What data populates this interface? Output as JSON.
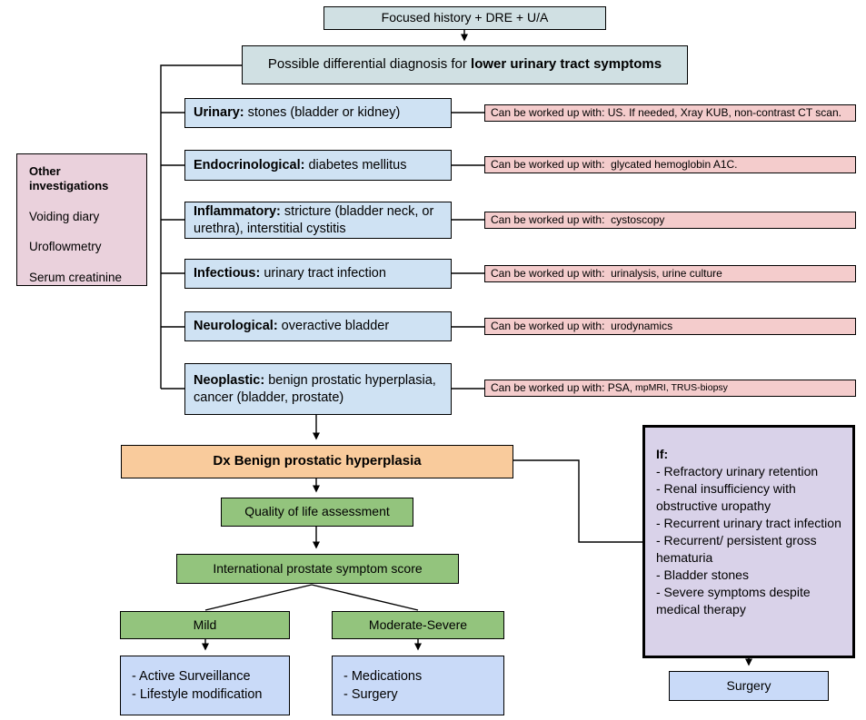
{
  "colors": {
    "teal_box": "#d0e0e3",
    "category_box": "#cfe2f3",
    "workup_box": "#f4cccc",
    "other_investigations_box": "#ead1dc",
    "dx_box": "#f9cb9c",
    "assessment_box": "#93c47d",
    "criteria_box": "#d9d2e9",
    "plan_box": "#c9daf8",
    "connector": "#000000"
  },
  "flow": {
    "focused_history": "Focused history + DRE + U/A",
    "differential": {
      "normal": "Possible differential diagnosis for ",
      "bold": "lower urinary tract symptoms"
    },
    "categories": [
      {
        "label": "Urinary:",
        "text": " stones (bladder or kidney)",
        "workup": "Can be worked up with: US. If needed, Xray KUB, non-contrast CT scan.",
        "workup_small": ""
      },
      {
        "label": "Endocrinological:",
        "text": " diabetes mellitus",
        "workup": "Can be worked up with:  glycated hemoglobin A1C.",
        "workup_small": ""
      },
      {
        "label": "Inflammatory:",
        "text": " stricture (bladder neck, or urethra), interstitial cystitis",
        "workup": "Can be worked up with:  cystoscopy",
        "workup_small": ""
      },
      {
        "label": "Infectious:",
        "text": " urinary tract infection",
        "workup": "Can be worked up with:  urinalysis, urine culture",
        "workup_small": ""
      },
      {
        "label": "Neurological:",
        "text": " overactive bladder",
        "workup": "Can be worked up with:  urodynamics",
        "workup_small": ""
      },
      {
        "label": "Neoplastic:",
        "text": " benign prostatic hyperplasia, cancer (bladder, prostate)",
        "workup": "Can be worked up with: PSA,",
        "workup_small": " mpMRI, TRUS-biopsy"
      }
    ],
    "other_investigations": {
      "title": "Other investigations",
      "items": [
        "Voiding diary",
        "Uroflowmetry",
        "Serum creatinine"
      ]
    },
    "dx": "Dx Benign prostatic hyperplasia",
    "qol": "Quality of life assessment",
    "ipss": "International prostate symptom score",
    "mild": "Mild",
    "moderate_severe": "Moderate-Severe",
    "mild_plan": [
      "- Active Surveillance",
      "- Lifestyle modification"
    ],
    "moderate_plan": [
      "- Medications",
      "- Surgery"
    ],
    "surgery_criteria": {
      "title": "If:",
      "items": [
        "- Refractory urinary retention",
        "- Renal insufficiency with obstructive uropathy",
        "- Recurrent urinary tract infection",
        "- Recurrent/ persistent gross hematuria",
        "- Bladder stones",
        "- Severe symptoms despite medical therapy"
      ]
    },
    "surgery": "Surgery"
  }
}
